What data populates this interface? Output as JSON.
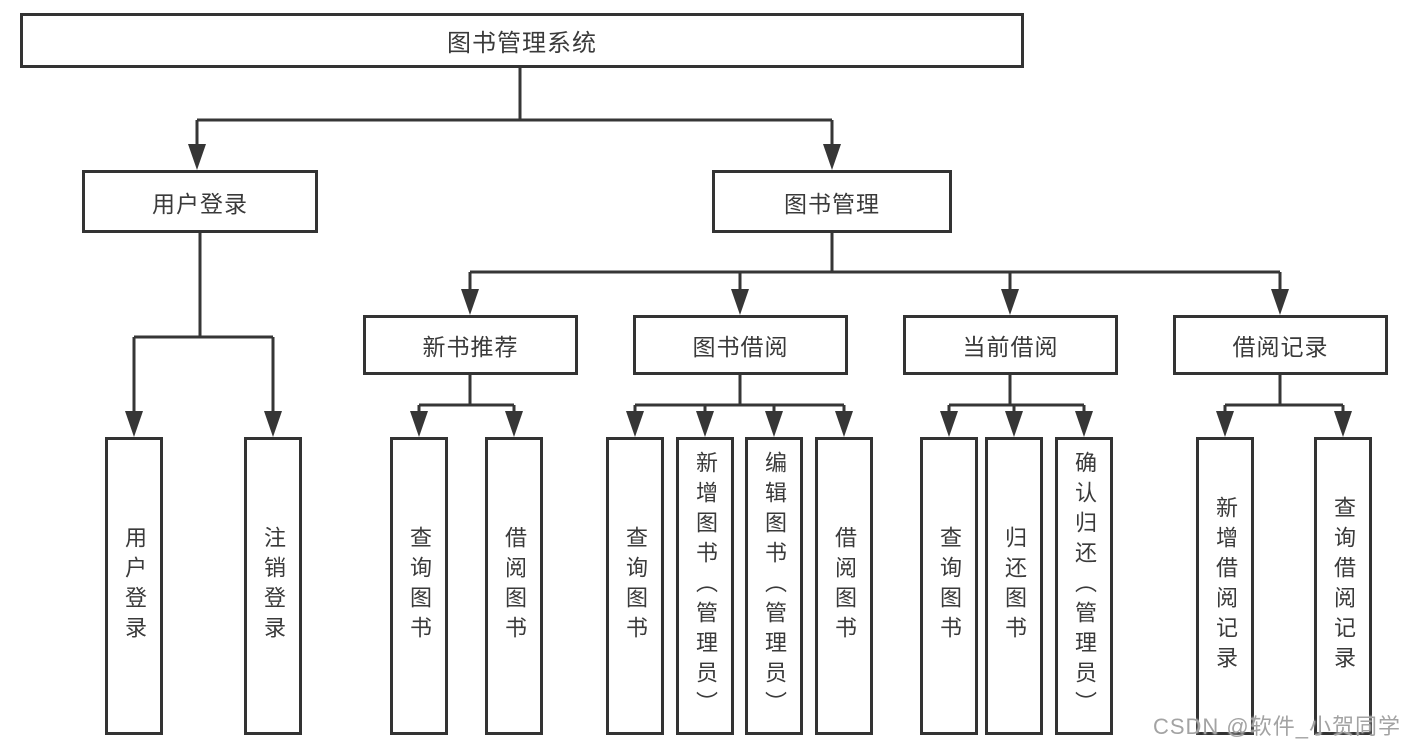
{
  "diagram": {
    "watermark": "CSDN @软件_小贺同学",
    "colors": {
      "line": "#363636",
      "text": "#3a3a3a",
      "border": "#333333",
      "watermark": "#a3a3a3",
      "background": "#ffffff"
    },
    "nodes": {
      "root": {
        "label": "图书管理系统"
      },
      "level2": [
        {
          "label": "用户登录"
        },
        {
          "label": "图书管理"
        }
      ],
      "level3": [
        {
          "label": "新书推荐",
          "parent": "图书管理"
        },
        {
          "label": "图书借阅",
          "parent": "图书管理"
        },
        {
          "label": "当前借阅",
          "parent": "图书管理"
        },
        {
          "label": "借阅记录",
          "parent": "图书管理"
        }
      ],
      "leaves": [
        {
          "label": "用户登录",
          "parent": "用户登录"
        },
        {
          "label": "注销登录",
          "parent": "用户登录"
        },
        {
          "label": "查询图书",
          "parent": "新书推荐"
        },
        {
          "label": "借阅图书",
          "parent": "新书推荐"
        },
        {
          "label": "查询图书",
          "parent": "图书借阅"
        },
        {
          "label": "新增图书（管理员）",
          "parent": "图书借阅"
        },
        {
          "label": "编辑图书（管理员）",
          "parent": "图书借阅"
        },
        {
          "label": "借阅图书",
          "parent": "图书借阅"
        },
        {
          "label": "查询图书",
          "parent": "当前借阅"
        },
        {
          "label": "归还图书",
          "parent": "当前借阅"
        },
        {
          "label": "确认归还（管理员）",
          "parent": "当前借阅"
        },
        {
          "label": "新增借阅记录",
          "parent": "借阅记录"
        },
        {
          "label": "查询借阅记录",
          "parent": "借阅记录"
        }
      ]
    }
  }
}
